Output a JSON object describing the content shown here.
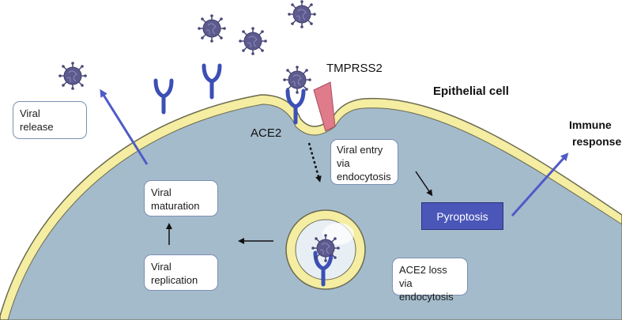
{
  "labels": {
    "tmprss2": "TMPRSS2",
    "epithelial_cell": "Epithelial cell",
    "ace2": "ACE2",
    "immune_response_line1": "Immune",
    "immune_response_line2": "response"
  },
  "boxes": {
    "viral_release": [
      "Viral",
      "release"
    ],
    "viral_entry": [
      "Viral entry",
      "via",
      "endocytosis"
    ],
    "viral_maturation": [
      "Viral",
      "maturation"
    ],
    "viral_replication": [
      "Viral",
      "replication"
    ],
    "ace2_loss": [
      "ACE2 loss via",
      "endocytosis"
    ],
    "pyroptosis": "Pyroptosis"
  },
  "colors": {
    "cytoplasm": "#a4bbcc",
    "membrane": "#f4eda2",
    "membrane_outline": "#6a6a4e",
    "receptor": "#3c4fb5",
    "tmprss2": "#e07b8c",
    "virus": "#5d5b8e",
    "pyroptosis_box": "#4a56b8",
    "arrow_blue": "#4e5bc6"
  }
}
